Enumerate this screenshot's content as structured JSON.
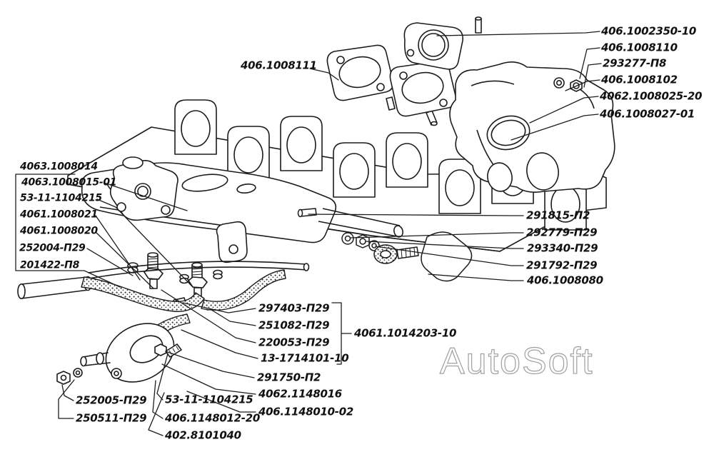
{
  "watermark": "AutoSoft",
  "callouts": {
    "top_left": "406.1008111",
    "top_right": [
      "406.1002350-10",
      "406.1008110",
      "293277-П8",
      "406.1008102",
      "4062.1008025-20",
      "406.1008027-01"
    ],
    "left": [
      "4063.1008014",
      "4063.1008015-01",
      "53-11-1104215",
      "4061.1008021",
      "4061.1008020",
      "252004-П29",
      "201422-П8"
    ],
    "mid_right": [
      "291815-П2",
      "292779-П29",
      "293340-П29",
      "291792-П29",
      "406.1008080"
    ],
    "bottom_center": [
      "297403-П29",
      "251082-П29",
      "220053-П29",
      "13-1714101-10",
      "291750-П2",
      "4062.1148016",
      "406.1148010-02"
    ],
    "bottom_center_group": "4061.1014203-10",
    "bottom_left": [
      "252005-П29",
      "250511-П29"
    ],
    "bottom_mid": [
      "53-11-1104215",
      "406.1148012-20",
      "402.8101040"
    ]
  }
}
